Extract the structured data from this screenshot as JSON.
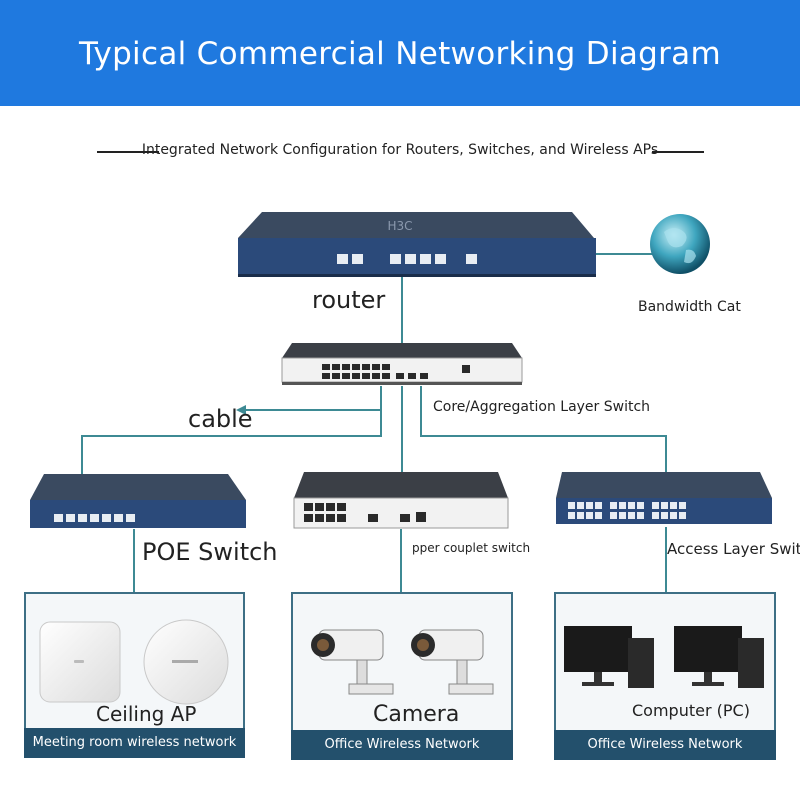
{
  "header": {
    "title": "Typical Commercial Networking Diagram",
    "subtitle": "Integrated Network Configuration for Routers, Switches, and Wireless APs"
  },
  "devices": {
    "router_label": "router",
    "internet_label": "Bandwidth Cat",
    "core_switch_label": "Core/Aggregation Layer Switch",
    "cable_label": "cable",
    "poe_switch_label": "POE Switch",
    "upper_switch_label": "pper couplet switch",
    "access_switch_label": "Access Layer Switch"
  },
  "groups": [
    {
      "device_label": "Ceiling AP",
      "network_label": "Meeting room wireless network"
    },
    {
      "device_label": "Camera",
      "network_label": "Office Wireless Network"
    },
    {
      "device_label": "Computer (PC)",
      "network_label": "Office Wireless Network"
    }
  ],
  "colors": {
    "banner": "#1f79df",
    "link_line": "#3d8a94",
    "device_navy": "#2b4a7a",
    "strip": "#23506c"
  }
}
